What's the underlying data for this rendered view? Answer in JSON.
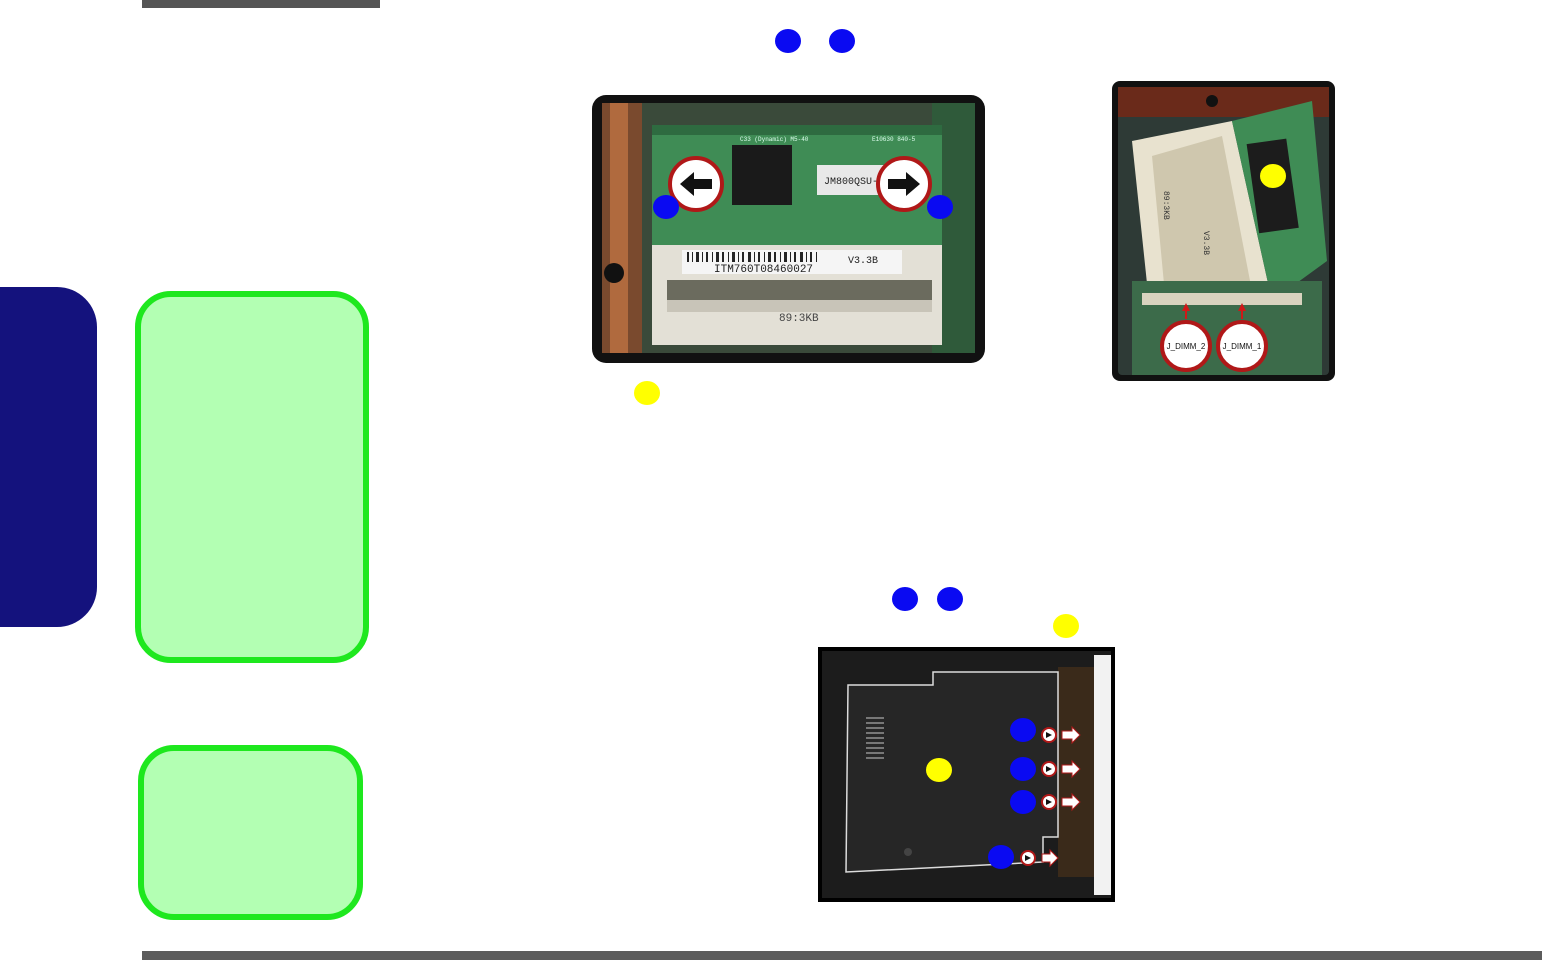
{
  "colors": {
    "callout_blue": "#0a0af2",
    "callout_yellow": "#ffff00",
    "note_border": "#1ee81e",
    "note_fill": "#b3ffb3",
    "side_tab": "#14127d"
  },
  "photo1": {
    "module_label": "JM800QSU-1",
    "barcode_text": "ITM760T08460027",
    "version_label": "V3.3B",
    "socket_label": "89:3KB",
    "chip_text_left": "C33 (Dynamic) M5-40",
    "chip_text_right": "E10630 840-5",
    "arrow_left_icon": "arrow-left-icon",
    "arrow_right_icon": "arrow-right-icon"
  },
  "photo2": {
    "slot_label_2": "J_DIMM_2",
    "slot_label_1": "J_DIMM_1",
    "board_text_1": "89:3KB",
    "board_text_2": "V3.3B"
  },
  "photo3": {
    "arrow_icon": "arrow-right-icon"
  }
}
